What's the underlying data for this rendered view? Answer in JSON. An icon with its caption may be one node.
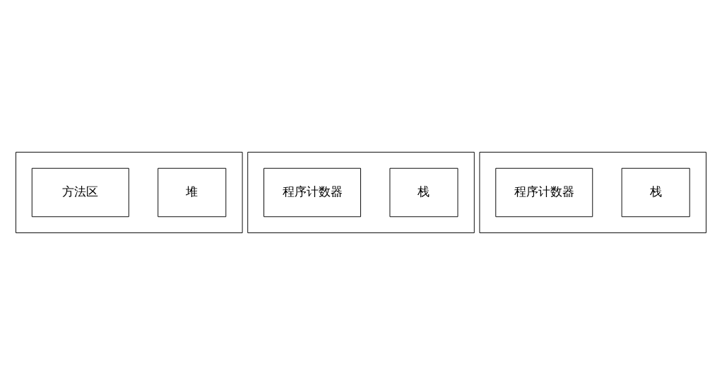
{
  "diagram": {
    "nodes": [
      {
        "text": [],
        "shape": "box"
      },
      {
        "text": [
          "堆"
        ],
        "in": 0
      },
      {
        "text": [
          "方法区"
        ],
        "in": 0
      },
      {
        "text": [],
        "shape": "box"
      },
      {
        "text": [
          "栈"
        ],
        "in": 3
      },
      {
        "text": [
          "程序计数器"
        ],
        "in": 3
      },
      {
        "text": [],
        "shape": "box"
      },
      {
        "text": [
          "栈"
        ],
        "in": 6
      },
      {
        "text": [
          "程序计数器"
        ],
        "in": 6
      }
    ],
    "edges": []
  }
}
